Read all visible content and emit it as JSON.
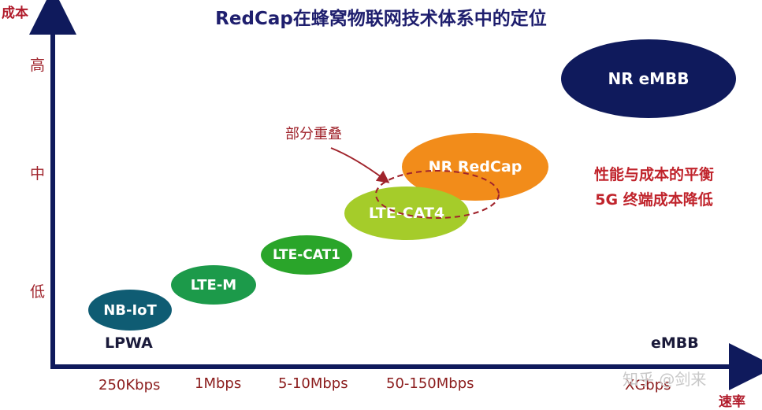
{
  "title": "RedCap在蜂窝物联网技术体系中的定位",
  "axes": {
    "y_label": "成本",
    "x_label": "速率",
    "y_levels": [
      "高",
      "中",
      "低"
    ],
    "x_ticks": [
      "250Kbps",
      "1Mbps",
      "5-10Mbps",
      "50-150Mbps",
      "XGbps"
    ]
  },
  "technologies": [
    {
      "label": "NB-IoT",
      "color": "#0f5c73"
    },
    {
      "label": "LTE-M",
      "color": "#1c9a4a"
    },
    {
      "label": "LTE-CAT1",
      "color": "#2aa52a"
    },
    {
      "label": "LTE-CAT4",
      "color": "#a5cc2a"
    },
    {
      "label": "NR RedCap",
      "color": "#f28c1a"
    },
    {
      "label": "NR eMBB",
      "color": "#0f1a5c"
    }
  ],
  "group_labels": {
    "left": "LPWA",
    "right": "eMBB"
  },
  "overlap_callout": "部分重叠",
  "note": [
    "性能与成本的平衡",
    "5G 终端成本降低"
  ],
  "watermark": "知乎 @剑来"
}
